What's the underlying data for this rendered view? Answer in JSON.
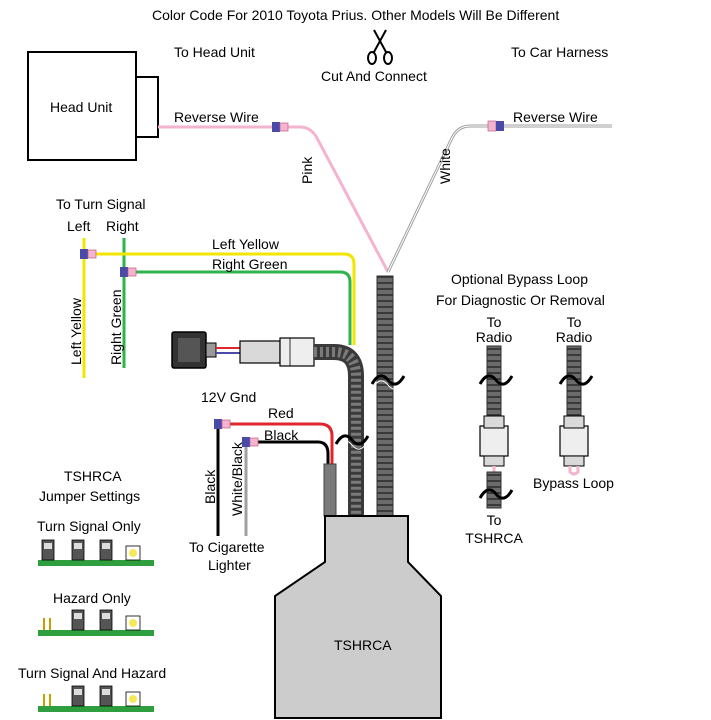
{
  "title": "Color Code For 2010 Toyota Prius. Other Models Will Be Different",
  "labels": {
    "to_head_unit": "To Head Unit",
    "cut_and_connect": "Cut And Connect",
    "to_car_harness": "To Car Harness",
    "head_unit": "Head Unit",
    "reverse_wire_left": "Reverse Wire",
    "reverse_wire_right": "Reverse Wire",
    "pink": "Pink",
    "white": "White",
    "to_turn_signal": "To Turn Signal",
    "left": "Left",
    "right": "Right",
    "left_yellow_h": "Left Yellow",
    "right_green_h": "Right Green",
    "left_yellow_v": "Left Yellow",
    "right_green_v": "Right Green",
    "optional_bypass_1": "Optional Bypass Loop",
    "optional_bypass_2": "For Diagnostic Or Removal",
    "to_radio_1a": "To",
    "to_radio_1b": "Radio",
    "to_radio_2a": "To",
    "to_radio_2b": "Radio",
    "to_tshrca_a": "To",
    "to_tshrca_b": "TSHRCA",
    "bypass_loop": "Bypass Loop",
    "gnd_12v": "12V Gnd",
    "red": "Red",
    "black": "Black",
    "black_v": "Black",
    "white_black_v": "White/Black",
    "to_cigarette_1": "To Cigarette",
    "to_cigarette_2": "Lighter",
    "tshrca_jumper_1": "TSHRCA",
    "tshrca_jumper_2": "Jumper Settings",
    "turn_signal_only": "Turn Signal Only",
    "hazard_only": "Hazard Only",
    "turn_signal_and_hazard": "Turn Signal And Hazard",
    "tshrca_box": "TSHRCA"
  },
  "colors": {
    "pink_wire": "#f4b3cf",
    "white_wire": "#a0a0a0",
    "yellow_wire": "#f2e600",
    "green_wire": "#2fb34a",
    "red_wire": "#e0262b",
    "black_wire": "#000000",
    "conduit": "#595959",
    "box_fill": "#cccccc",
    "pcb_green": "#2e9e3e",
    "led_yellow": "#f7e85a"
  },
  "icons": {
    "scissors": "scissors-icon",
    "switch": "rocker-switch-icon"
  }
}
